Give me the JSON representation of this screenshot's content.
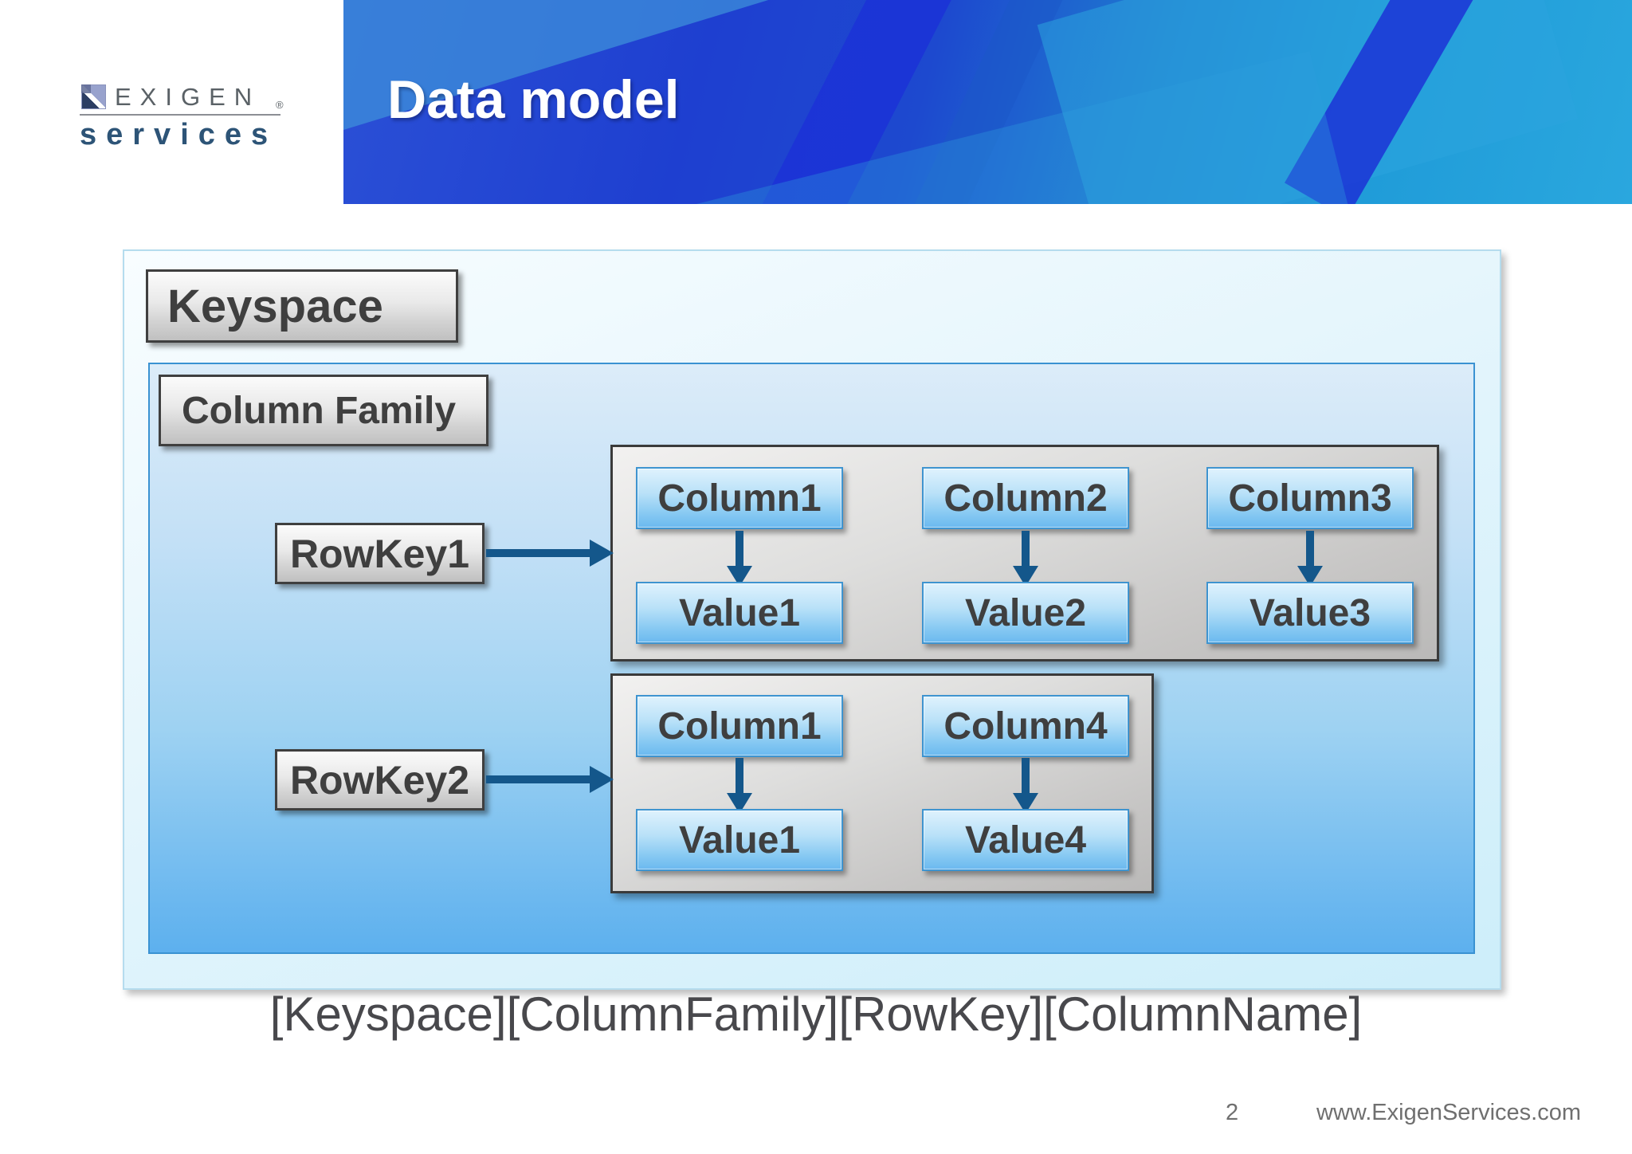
{
  "logo": {
    "name": "EXIGEN",
    "registered_mark": "®",
    "subtitle": "services"
  },
  "header": {
    "title": "Data model"
  },
  "diagram": {
    "keyspace_label": "Keyspace",
    "column_family_label": "Column Family",
    "rows": [
      {
        "row_key": "RowKey1",
        "pairs": [
          {
            "column": "Column1",
            "value": "Value1"
          },
          {
            "column": "Column2",
            "value": "Value2"
          },
          {
            "column": "Column3",
            "value": "Value3"
          }
        ]
      },
      {
        "row_key": "RowKey2",
        "pairs": [
          {
            "column": "Column1",
            "value": "Value1"
          },
          {
            "column": "Column4",
            "value": "Value4"
          }
        ]
      }
    ]
  },
  "formula": "[Keyspace][ColumnFamily][RowKey][ColumnName]",
  "footer": {
    "page_number": "2",
    "website": "www.ExigenServices.com"
  },
  "colors": {
    "banner_royal_blue": "#1e3fd0",
    "banner_cyan_blue": "#2aa7de",
    "arrow_blue": "#14578b",
    "box_border_blue": "#3e94d0",
    "column_family_fill_bottom": "#5db0ee",
    "keyspace_fill": "#cdeefa",
    "label_text": "#3f3f3f",
    "footer_text": "#6f6f6f"
  }
}
